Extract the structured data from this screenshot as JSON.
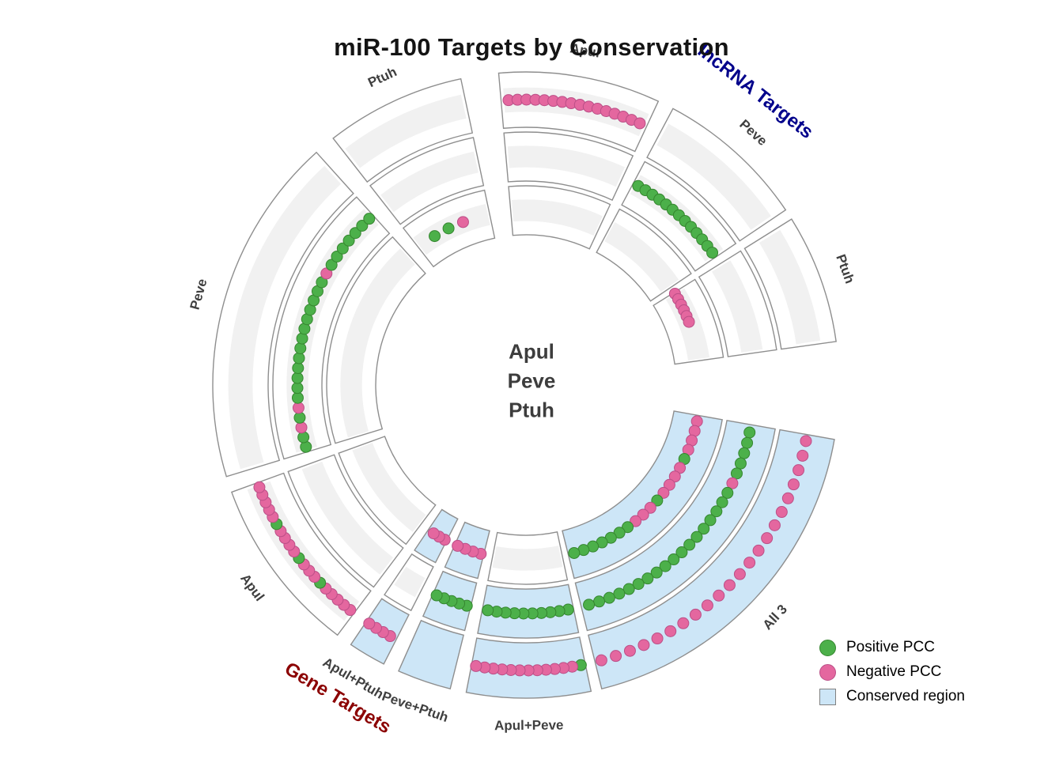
{
  "chart_data": {
    "type": "circos",
    "title": "miR-100 Targets by Conservation",
    "center_label": [
      "Apul",
      "Peve",
      "Ptuh"
    ],
    "tracks_order": [
      "inner",
      "middle",
      "outer"
    ],
    "colors": {
      "positive": "#4CB04A",
      "positive_edge": "#35862F",
      "negative": "#E4679F",
      "negative_edge": "#BB4F87",
      "conserved_fill": "#CDE6F7",
      "cell_fill": "#FFFFFF",
      "cell_strip": "#F1F1F1",
      "cell_edge": "#8E8E8E",
      "sector_label": "#3F3F3F"
    },
    "section_titles": [
      {
        "text": "lncRNA Targets",
        "color": "#00008B",
        "angle": 38,
        "radius": 472
      },
      {
        "text": "Gene Targets",
        "color": "#8B0000",
        "angle": 211,
        "radius": 461
      }
    ],
    "legend": {
      "items": [
        {
          "label": "Positive PCC",
          "shape": "circle",
          "color": "#4CB04A",
          "border": "#35862F"
        },
        {
          "label": "Negative PCC",
          "shape": "circle",
          "color": "#E4679F",
          "border": "#BB4F87"
        },
        {
          "label": "Conserved region",
          "shape": "square",
          "color": "#CDE6F7",
          "border": "#808080"
        }
      ]
    },
    "sectors": [
      {
        "id": "lnc-apul",
        "label": "Apul",
        "group": "lncRNA Targets",
        "start": -5,
        "end": 25,
        "tracks": {
          "outer": {
            "conserved": false,
            "dots": {
              "from": 0.05,
              "to": 0.95,
              "pattern": "PPPPPPPPPPPPPPPP"
            }
          },
          "middle": {
            "conserved": false
          },
          "inner": {
            "conserved": false
          }
        }
      },
      {
        "id": "lnc-peve",
        "label": "Peve",
        "group": "lncRNA Targets",
        "start": 28,
        "end": 56,
        "tracks": {
          "outer": {
            "conserved": false
          },
          "middle": {
            "conserved": false,
            "dots": {
              "from": 0.05,
              "to": 0.95,
              "pattern": "GGGGGGGGGGGGG"
            }
          },
          "inner": {
            "conserved": false
          }
        }
      },
      {
        "id": "lnc-ptuh",
        "label": "Ptuh",
        "group": "lncRNA Targets",
        "start": 58,
        "end": 82,
        "tracks": {
          "outer": {
            "conserved": false
          },
          "middle": {
            "conserved": false
          },
          "inner": {
            "conserved": false,
            "dots": {
              "from": 0.02,
              "to": 0.45,
              "pattern": "PPPPPP"
            }
          }
        }
      },
      {
        "id": "gene-all3",
        "label": "All 3",
        "group": "Gene Targets",
        "start": 100,
        "end": 166,
        "tracks": {
          "outer": {
            "conserved": true,
            "dots": {
              "from": 0.02,
              "to": 0.98,
              "pattern": "PPPPPPPPPPPPPPPPPPPPPP"
            }
          },
          "middle": {
            "conserved": true,
            "dots": {
              "from": 0.03,
              "to": 0.97,
              "pattern": "GGGGGPGGGGGGGGGGGGGGGGGG"
            }
          },
          "inner": {
            "conserved": true,
            "dots": {
              "from": 0.03,
              "to": 0.97,
              "pattern": "PPPPGPPPPGPPPGGGGGGG"
            }
          }
        }
      },
      {
        "id": "gene-apul-peve",
        "label": "Apul+Peve",
        "group": "Gene Targets",
        "start": 168,
        "end": 191,
        "tracks": {
          "outer": {
            "conserved": true,
            "dots": {
              "from": 0.04,
              "to": 0.96,
              "pattern": "GPPPPPPPPPPPP"
            }
          },
          "middle": {
            "conserved": true,
            "dots": {
              "from": 0.06,
              "to": 0.94,
              "pattern": "GGGGGGGGGG"
            }
          },
          "inner": {
            "conserved": false
          }
        }
      },
      {
        "id": "gene-peve-ptuh",
        "label": "Peve+Ptuh",
        "group": "Gene Targets",
        "start": 194,
        "end": 204,
        "tracks": {
          "outer": {
            "conserved": true
          },
          "middle": {
            "conserved": true,
            "dots": {
              "from": 0.1,
              "to": 0.9,
              "pattern": "GGGGG"
            }
          },
          "inner": {
            "conserved": true,
            "dots": {
              "from": 0.1,
              "to": 0.9,
              "pattern": "PPPP"
            }
          }
        }
      },
      {
        "id": "gene-apul-ptuh",
        "label": "Apul+Ptuh",
        "group": "Gene Targets",
        "start": 207,
        "end": 214,
        "tracks": {
          "outer": {
            "conserved": true,
            "dots": {
              "from": 0.2,
              "to": 0.9,
              "pattern": "PPPP"
            }
          },
          "middle": {
            "conserved": false
          },
          "inner": {
            "conserved": true,
            "dots": {
              "from": 0.1,
              "to": 0.7,
              "pattern": "PPP"
            }
          }
        }
      },
      {
        "id": "gene-apul",
        "label": "Apul",
        "group": "Gene Targets",
        "start": 217,
        "end": 250,
        "tracks": {
          "outer": {
            "conserved": false,
            "dots": {
              "from": 0.03,
              "to": 0.97,
              "pattern": "PPPPPGPPPGPPPPGPPPPP"
            }
          },
          "middle": {
            "conserved": false
          },
          "inner": {
            "conserved": false
          }
        }
      },
      {
        "id": "gene-peve",
        "label": "Peve",
        "group": "Gene Targets",
        "start": 253,
        "end": 318,
        "tracks": {
          "outer": {
            "conserved": false
          },
          "middle": {
            "conserved": false,
            "dots": {
              "from": 0.02,
              "to": 0.98,
              "pattern": "GGPGPGGGGGGGGGGGGGPGGGGGGG"
            }
          },
          "inner": {
            "conserved": false
          }
        }
      },
      {
        "id": "gene-ptuh",
        "label": "Ptuh",
        "group": "Gene Targets",
        "start": 322,
        "end": 348,
        "tracks": {
          "outer": {
            "conserved": false
          },
          "middle": {
            "conserved": false
          },
          "inner": {
            "conserved": false,
            "dots": {
              "from": 0.25,
              "to": 0.65,
              "pattern": "GGP"
            }
          }
        }
      }
    ]
  }
}
